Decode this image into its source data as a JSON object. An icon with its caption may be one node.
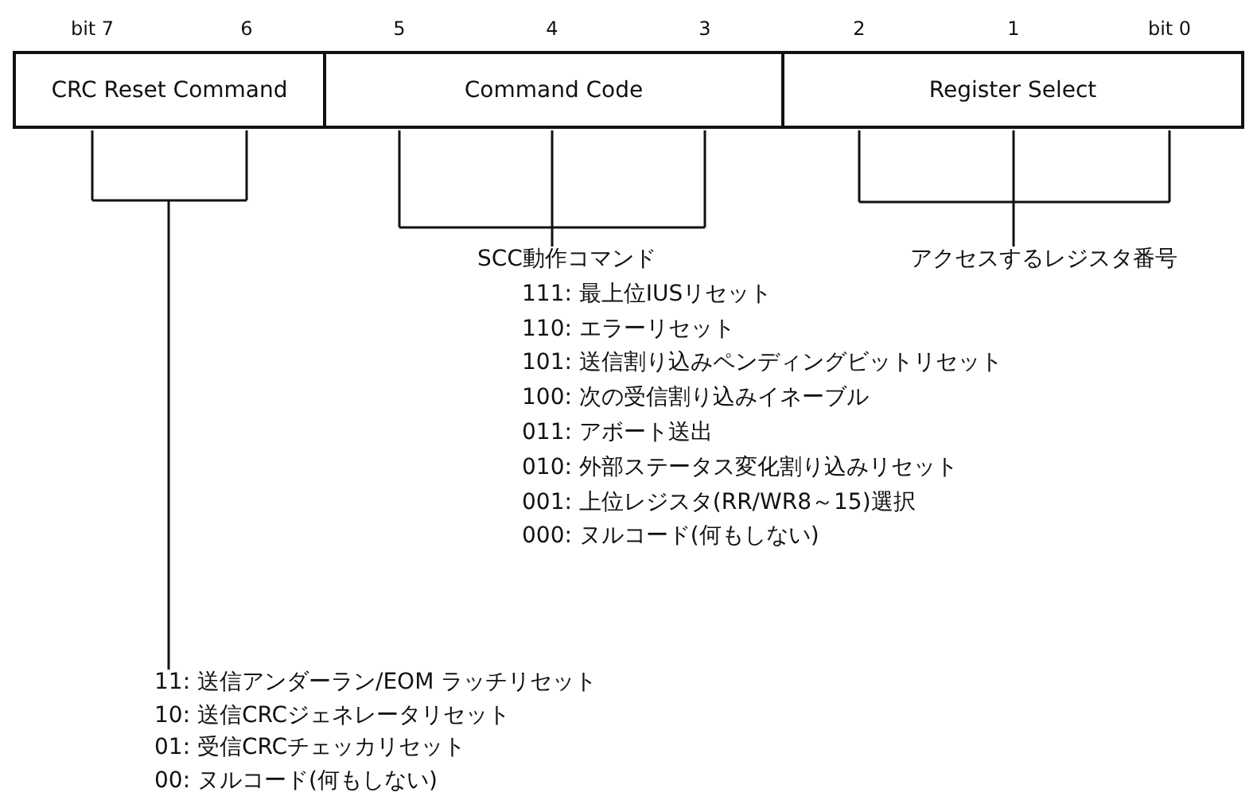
{
  "diagram": {
    "nodes": [
      {
        "text": [
          "CRC Reset Command"
        ]
      },
      {
        "text": [
          "Command Code"
        ]
      },
      {
        "text": [
          "Register Select"
        ]
      },
      {
        "text": [
          "SCC動作コマンド",
          "111: 最上位IUSリセット",
          "110: エラーリセット",
          "101: 送信割り込みペンディングビットリセット",
          "100: 次の受信割り込みイネーブル",
          "011: アボート送出",
          "010: 外部ステータス変化割り込みリセット",
          "001: 上位レジスタ(RR/WR8～15)選択",
          "000: ヌルコード(何もしない)"
        ]
      },
      {
        "text": [
          "アクセスするレジスタ番号"
        ]
      },
      {
        "text": [
          "11: 送信アンダーラン/EOM ラッチリセット",
          "10: 送信CRCジェネレータリセット",
          "01: 受信CRCチェッカリセット",
          "00: ヌルコード(何もしない)"
        ]
      }
    ],
    "edges": [
      {
        "from": 0,
        "to": 5,
        "arrow": "none"
      },
      {
        "from": 1,
        "to": 3,
        "arrow": "none"
      },
      {
        "from": 2,
        "to": 4,
        "arrow": "none"
      }
    ],
    "labels": [
      "bit 7",
      "6",
      "5",
      "4",
      "3",
      "2",
      "1",
      "bit 0"
    ]
  }
}
